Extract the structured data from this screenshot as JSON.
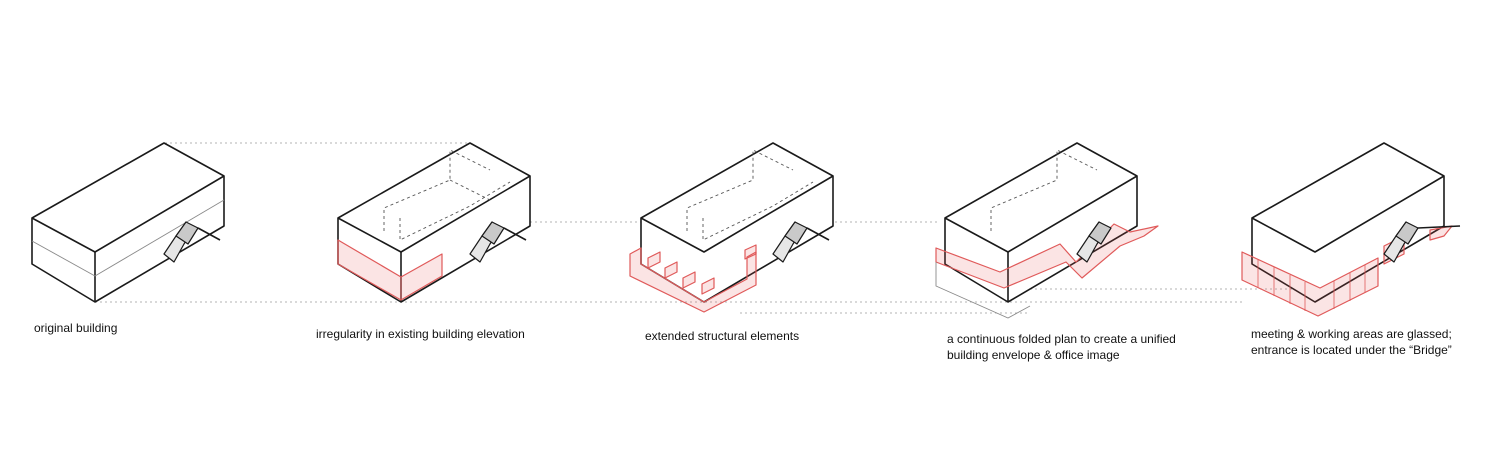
{
  "diagram": {
    "steps": [
      {
        "caption": [
          "original building"
        ]
      },
      {
        "caption": [
          "irregularity in existing building elevation"
        ]
      },
      {
        "caption": [
          "extended structural elements"
        ]
      },
      {
        "caption": [
          "a continuous folded plan to create a unified",
          "building envelope & office image"
        ]
      },
      {
        "caption": [
          "meeting & working areas are glassed;",
          "entrance is located under the “Bridge”"
        ]
      }
    ],
    "colors": {
      "accent": "#e05a5a",
      "accent_fill": "#f6dada",
      "line": "#1a1a1a",
      "guide": "#9a9a9a"
    }
  }
}
